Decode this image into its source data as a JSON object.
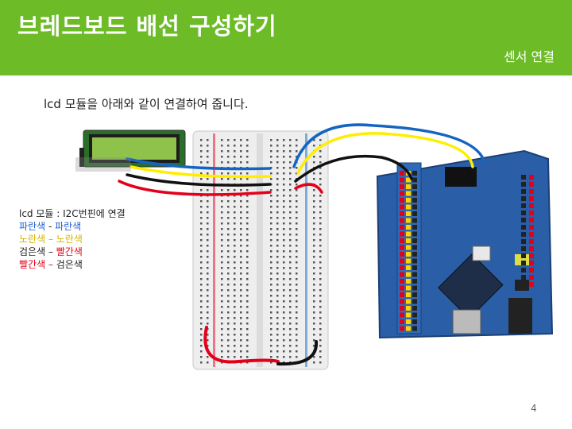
{
  "header": {
    "title": "브레드보드 배선 구성하기",
    "subtitle": "센서 연결",
    "color": "#6cbb27"
  },
  "intro": "lcd 모듈을 아래와 같이 연결하여 줍니다.",
  "notes": {
    "heading": "lcd 모듈 : I2C번핀에 연결",
    "lines": [
      {
        "left": "파란색",
        "sep": " - ",
        "right": "파란색",
        "left_color": "blue",
        "right_color": "blue"
      },
      {
        "left": "노란색",
        "sep": " – ",
        "right": "노란색",
        "left_color": "yellow",
        "right_color": "yellow"
      },
      {
        "left": "검은색",
        "sep": " – ",
        "right": "빨간색",
        "left_color": "black",
        "right_color": "red"
      },
      {
        "left": "빨간색",
        "sep": " – ",
        "right": "검은색",
        "left_color": "red",
        "right_color": "black"
      }
    ]
  },
  "page_number": "4",
  "colors": {
    "wire_blue": "#1565c0",
    "wire_yellow": "#ffee00",
    "wire_black": "#111111",
    "wire_red": "#e3001b",
    "board": "#2a5fa8"
  }
}
